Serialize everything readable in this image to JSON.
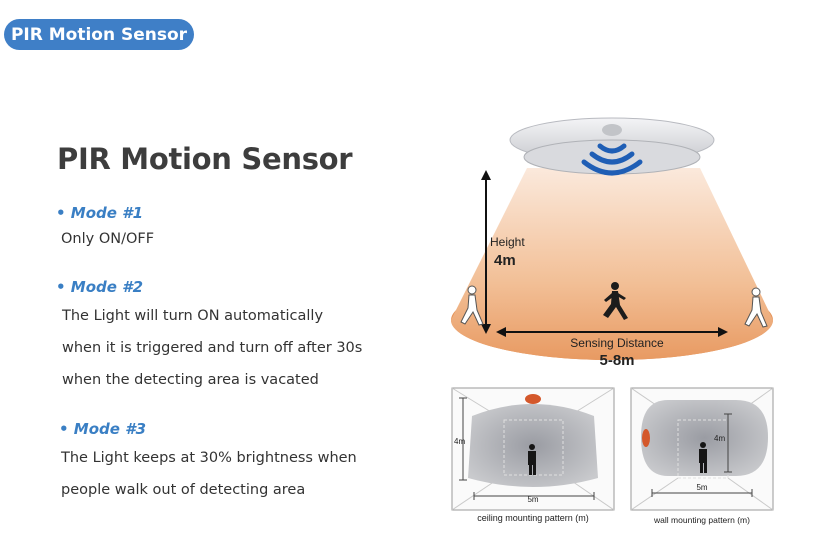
{
  "header": {
    "badge": "PIR Motion Sensor"
  },
  "main": {
    "title": "PIR Motion Sensor",
    "modes": [
      {
        "label": "• Mode #1",
        "lines": [
          "Only ON/OFF"
        ]
      },
      {
        "label": "• Mode #2",
        "lines": [
          "The Light will turn ON automatically",
          "when it is triggered and turn off after 30s",
          "when the detecting area is vacated"
        ]
      },
      {
        "label": "• Mode #3",
        "lines": [
          "The Light keeps at 30% brightness when",
          "people walk out of detecting area"
        ]
      }
    ]
  },
  "diagram": {
    "height_label": "Height",
    "height_value": "4m",
    "distance_label": "Sensing Distance",
    "distance_value": "5-8m",
    "ceiling_pattern": {
      "height": "4m",
      "width": "5m",
      "caption": "ceiling mounting pattern (m)"
    },
    "wall_pattern": {
      "height": "4m",
      "width": "5m",
      "caption": "wall mounting pattern (m)"
    }
  }
}
